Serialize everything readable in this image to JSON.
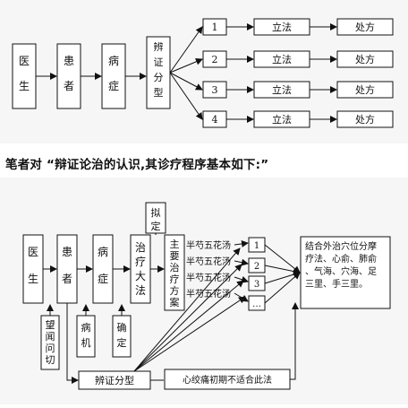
{
  "top_diagram": {
    "doctor": "医生",
    "patient": "患者",
    "disease": "病症",
    "differentiation": "辨证分型",
    "branches": [
      {
        "number": "1",
        "method": "立法",
        "prescription": "处方"
      },
      {
        "number": "2",
        "method": "立法",
        "prescription": "处方"
      },
      {
        "number": "3",
        "method": "立法",
        "prescription": "处方"
      },
      {
        "number": "4",
        "method": "立法",
        "prescription": "处方"
      }
    ]
  },
  "heading": "笔者对 “辩证论治的认识,其诊疗程序基本如下:”",
  "bottom_diagram": {
    "doctor": "医生",
    "patient": "患者",
    "disease": "病症",
    "treatment_principle": "治疗大法",
    "main_prescription": "主要治疗方案",
    "draft": "拟定",
    "four_diagnosis": "望闻问切",
    "pathogenesis": "病机",
    "confirm": "确定",
    "differentiation": "辨证分型",
    "formulas": [
      "半芍五花汤",
      "半芍五花汤",
      "半芍五花汤",
      "半芍五花汤"
    ],
    "numbers": [
      "1",
      "2",
      "3",
      "…"
    ],
    "acupoint_note": "结合外治穴位分摩疗法、心俞、肺俞、气海、穴海、足三里、手三里。",
    "contraindication": "心绞痛初期不适合此法"
  }
}
